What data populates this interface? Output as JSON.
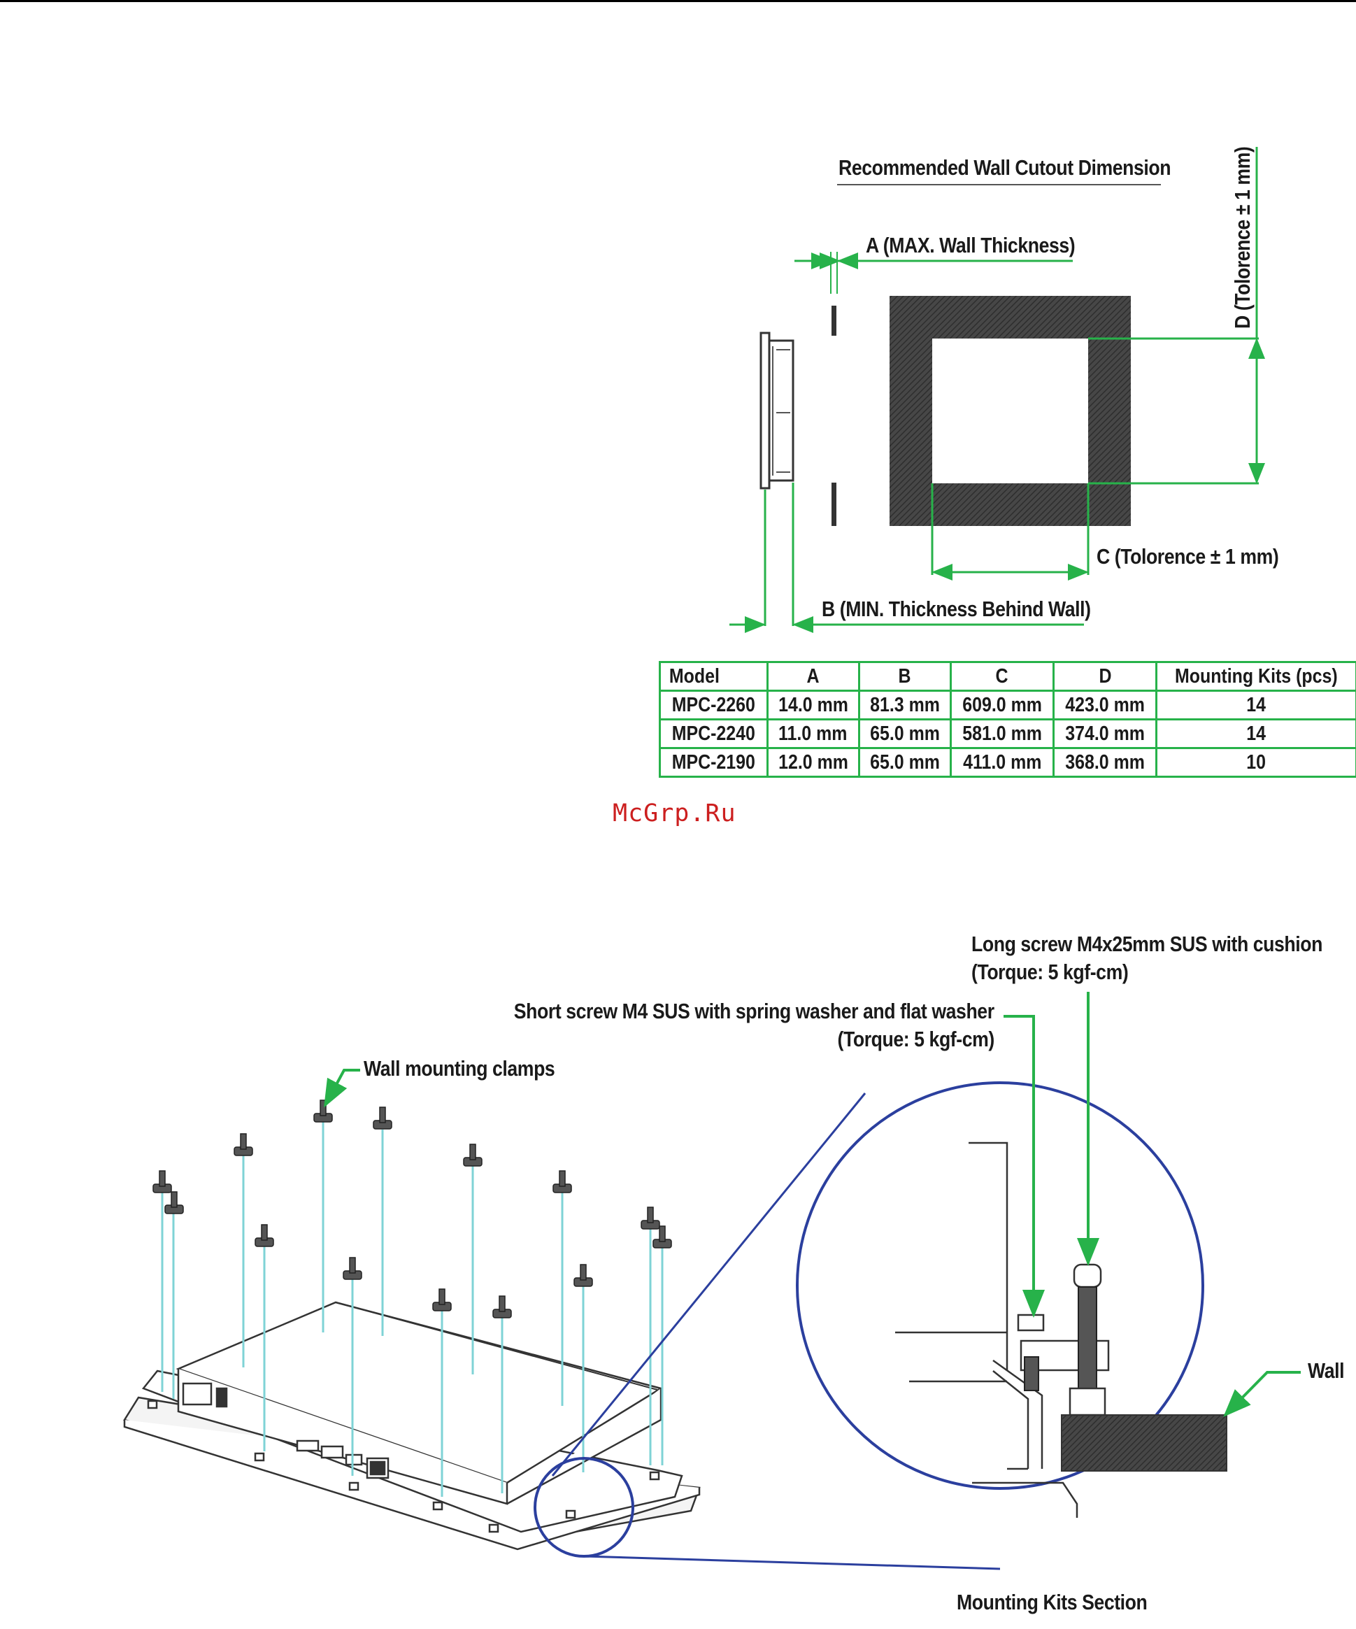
{
  "cutout": {
    "title": "Recommended Wall Cutout Dimension",
    "label_a": "A (MAX. Wall Thickness)",
    "label_b": "B (MIN. Thickness Behind Wall)",
    "label_c": "C (Tolorence ± 1 mm)",
    "label_d": "D (Tolorence ± 1 mm)"
  },
  "table": {
    "headers": [
      "Model",
      "A",
      "B",
      "C",
      "D",
      "Mounting Kits (pcs)"
    ],
    "rows": [
      [
        "MPC-2260",
        "14.0 mm",
        "81.3 mm",
        "609.0 mm",
        "423.0 mm",
        "14"
      ],
      [
        "MPC-2240",
        "11.0 mm",
        "65.0 mm",
        "581.0 mm",
        "374.0 mm",
        "14"
      ],
      [
        "MPC-2190",
        "12.0 mm",
        "65.0 mm",
        "411.0 mm",
        "368.0 mm",
        "10"
      ]
    ]
  },
  "watermark": "McGrp.Ru",
  "mounting": {
    "long_screw_line1": "Long screw M4x25mm SUS with cushion",
    "long_screw_line2": "(Torque: 5 kgf-cm)",
    "short_screw_line1": "Short screw M4 SUS with spring washer and flat washer",
    "short_screw_line2": "(Torque: 5 kgf-cm)",
    "clamps_label": "Wall mounting clamps",
    "wall_label": "Wall",
    "section_title": "Mounting Kits Section"
  },
  "colors": {
    "green": "#27b24a",
    "blue": "#2b3f9e",
    "cyan": "#7fd3d6",
    "hatch": "#3a3a3a"
  }
}
